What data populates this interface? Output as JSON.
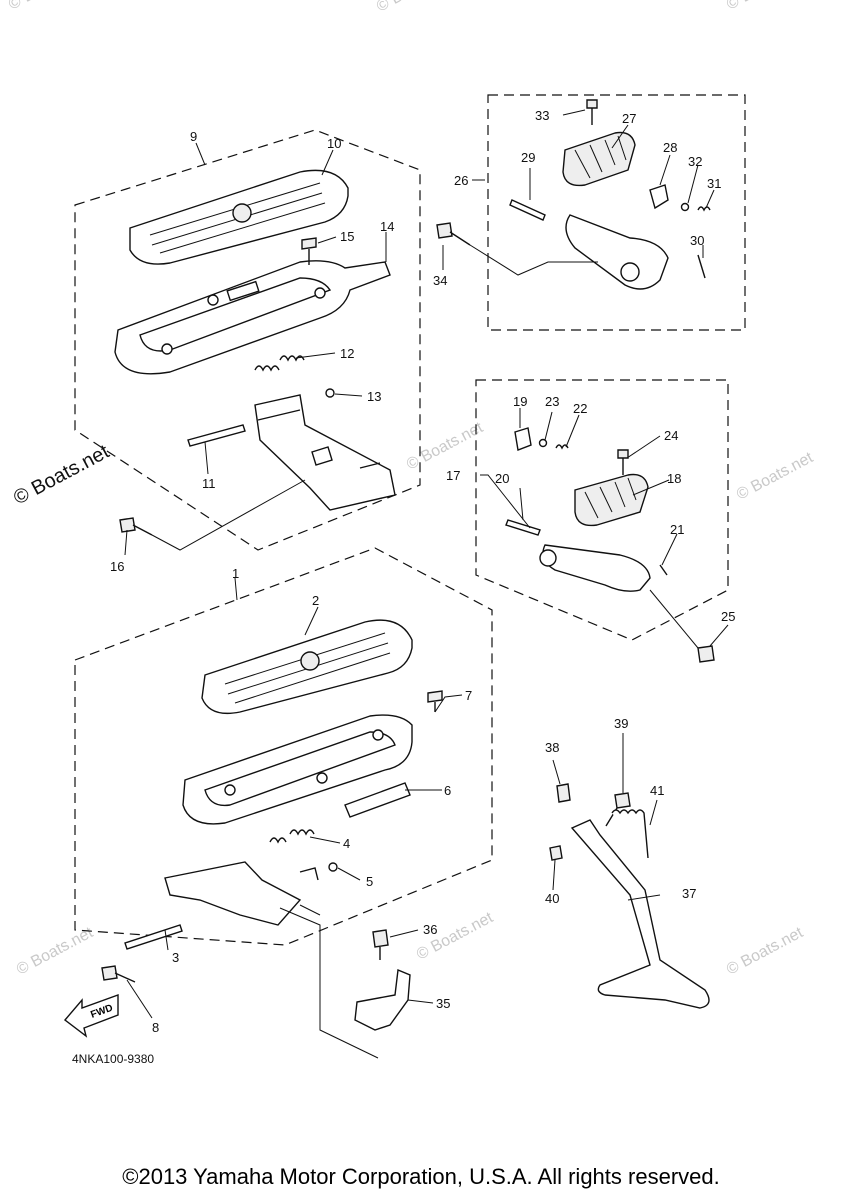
{
  "diagram": {
    "part_code": "4NKA100-9380",
    "fwd_label": "FWD",
    "watermark_text": "© Boats.net",
    "boats_mark": "© Boats.net",
    "copyright": "©2013 Yamaha Motor Corporation, U.S.A. All rights reserved.",
    "callouts": [
      "1",
      "2",
      "3",
      "4",
      "5",
      "6",
      "7",
      "8",
      "9",
      "10",
      "11",
      "12",
      "13",
      "14",
      "15",
      "16",
      "17",
      "18",
      "19",
      "20",
      "21",
      "22",
      "23",
      "24",
      "25",
      "26",
      "27",
      "28",
      "29",
      "30",
      "31",
      "32",
      "33",
      "34",
      "35",
      "36",
      "37",
      "38",
      "39",
      "40",
      "41"
    ]
  }
}
